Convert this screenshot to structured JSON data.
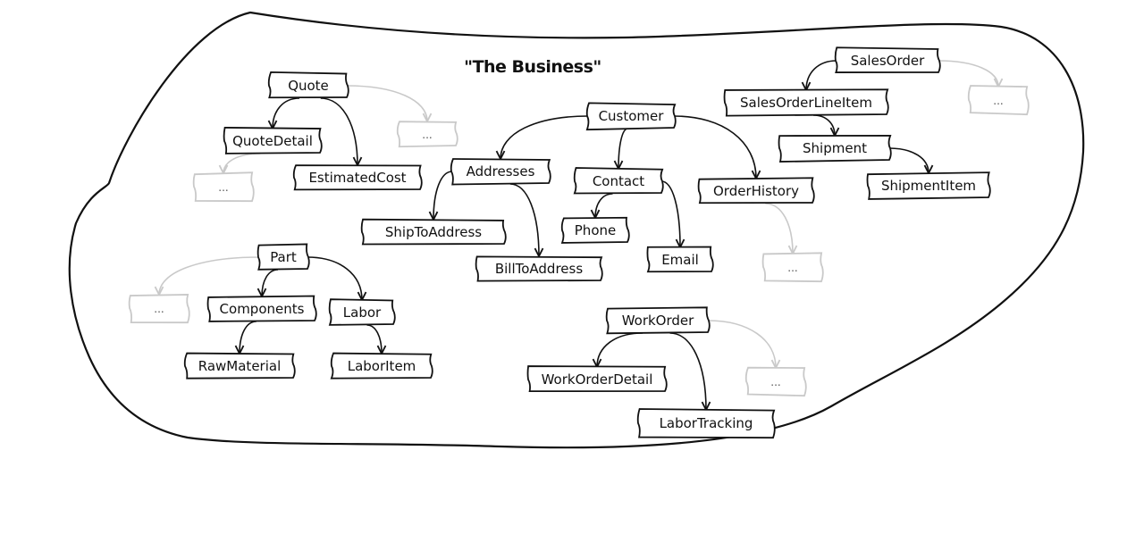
{
  "title": "\"The Business\"",
  "colors": {
    "ink": "#111111",
    "ghost": "#c9c9c9",
    "background": "#ffffff"
  },
  "nodes": [
    {
      "id": "quote",
      "label": "Quote"
    },
    {
      "id": "quotedetail",
      "label": "QuoteDetail"
    },
    {
      "id": "estimatedcost",
      "label": "EstimatedCost"
    },
    {
      "id": "quote_more",
      "label": "...",
      "ghost": true
    },
    {
      "id": "quotedetail_more",
      "label": "...",
      "ghost": true
    },
    {
      "id": "customer",
      "label": "Customer"
    },
    {
      "id": "addresses",
      "label": "Addresses"
    },
    {
      "id": "contact",
      "label": "Contact"
    },
    {
      "id": "orderhistory",
      "label": "OrderHistory"
    },
    {
      "id": "shiptoaddress",
      "label": "ShipToAddress"
    },
    {
      "id": "billtoaddress",
      "label": "BillToAddress"
    },
    {
      "id": "phone",
      "label": "Phone"
    },
    {
      "id": "email",
      "label": "Email"
    },
    {
      "id": "orderhistory_more",
      "label": "...",
      "ghost": true
    },
    {
      "id": "salesorder",
      "label": "SalesOrder"
    },
    {
      "id": "salesorderlineitem",
      "label": "SalesOrderLineItem"
    },
    {
      "id": "shipment",
      "label": "Shipment"
    },
    {
      "id": "shipmentitem",
      "label": "ShipmentItem"
    },
    {
      "id": "salesorder_more",
      "label": "...",
      "ghost": true
    },
    {
      "id": "part",
      "label": "Part"
    },
    {
      "id": "components",
      "label": "Components"
    },
    {
      "id": "labor",
      "label": "Labor"
    },
    {
      "id": "rawmaterial",
      "label": "RawMaterial"
    },
    {
      "id": "laboritem",
      "label": "LaborItem"
    },
    {
      "id": "part_more",
      "label": "...",
      "ghost": true
    },
    {
      "id": "workorder",
      "label": "WorkOrder"
    },
    {
      "id": "workorderdetail",
      "label": "WorkOrderDetail"
    },
    {
      "id": "labortracking",
      "label": "LaborTracking"
    },
    {
      "id": "workorder_more",
      "label": "...",
      "ghost": true
    }
  ],
  "edges": [
    {
      "from": "quote",
      "to": "quotedetail"
    },
    {
      "from": "quote",
      "to": "estimatedcost"
    },
    {
      "from": "quote",
      "to": "quote_more",
      "ghost": true
    },
    {
      "from": "quotedetail",
      "to": "quotedetail_more",
      "ghost": true
    },
    {
      "from": "customer",
      "to": "addresses"
    },
    {
      "from": "customer",
      "to": "contact"
    },
    {
      "from": "customer",
      "to": "orderhistory"
    },
    {
      "from": "addresses",
      "to": "shiptoaddress"
    },
    {
      "from": "addresses",
      "to": "billtoaddress"
    },
    {
      "from": "contact",
      "to": "phone"
    },
    {
      "from": "contact",
      "to": "email"
    },
    {
      "from": "orderhistory",
      "to": "orderhistory_more",
      "ghost": true
    },
    {
      "from": "salesorder",
      "to": "salesorderlineitem"
    },
    {
      "from": "salesorder",
      "to": "salesorder_more",
      "ghost": true
    },
    {
      "from": "salesorderlineitem",
      "to": "shipment"
    },
    {
      "from": "shipment",
      "to": "shipmentitem"
    },
    {
      "from": "part",
      "to": "components"
    },
    {
      "from": "part",
      "to": "labor"
    },
    {
      "from": "part",
      "to": "part_more",
      "ghost": true
    },
    {
      "from": "components",
      "to": "rawmaterial"
    },
    {
      "from": "labor",
      "to": "laboritem"
    },
    {
      "from": "workorder",
      "to": "workorderdetail"
    },
    {
      "from": "workorder",
      "to": "labortracking"
    },
    {
      "from": "workorder",
      "to": "workorder_more",
      "ghost": true
    }
  ]
}
